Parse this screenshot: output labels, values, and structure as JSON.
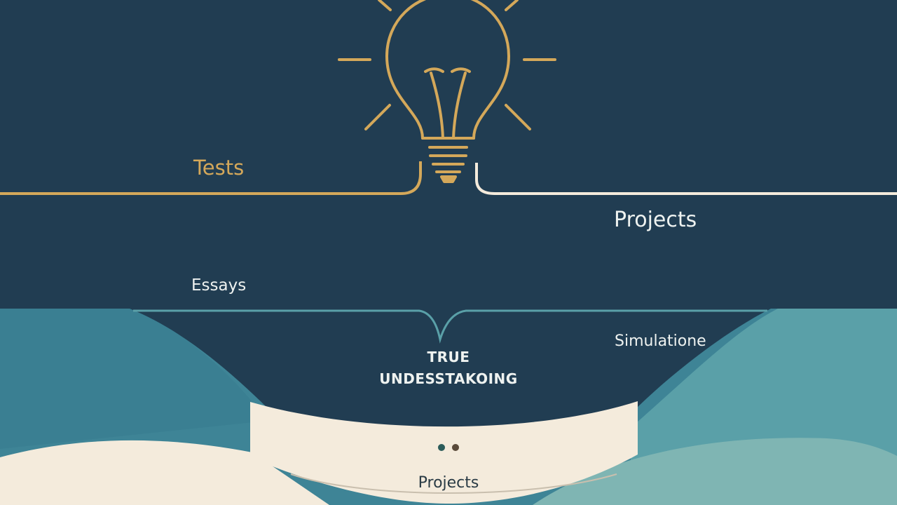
{
  "colors": {
    "background": "#213d52",
    "gold": "#d4a85a",
    "cream": "#f4ebdc",
    "teal_dark": "#3e8496",
    "teal_mid": "#5aa0a8",
    "teal_light": "#7fb5b3",
    "text_light": "#eef2f0",
    "text_dark": "#2a3b45"
  },
  "icon": {
    "name": "lightbulb-icon"
  },
  "labels": {
    "tests": "Tests",
    "projects_top": "Projects",
    "essays": "Essays",
    "simulations": "Simulatione",
    "center_line1": "TRUE",
    "center_line2": "UNDESSTAKOING",
    "projects_bottom": "Projects"
  }
}
